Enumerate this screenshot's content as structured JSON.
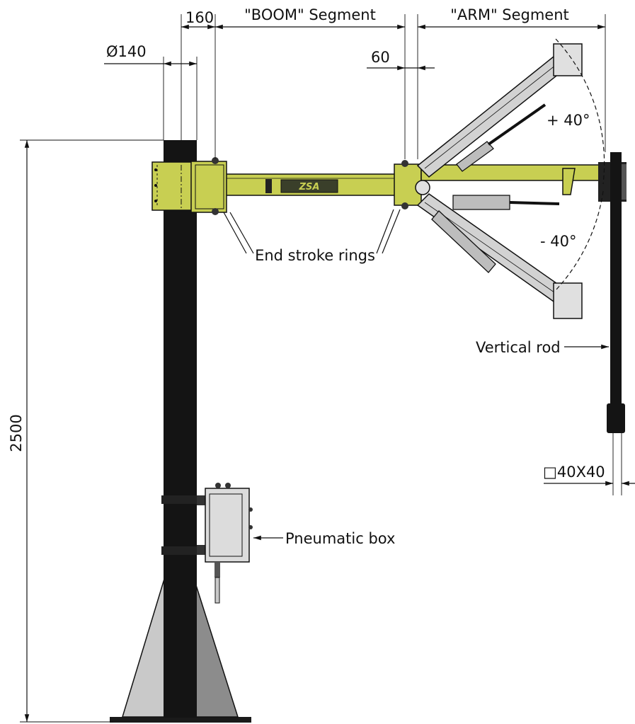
{
  "dimensions": {
    "boom_offset": "160",
    "boom_segment": "\"BOOM\" Segment",
    "arm_segment": "\"ARM\" Segment",
    "column_diameter": "Ø140",
    "joint_gap": "60",
    "height": "2500",
    "rod_section": "□40X40"
  },
  "angles": {
    "up": "+ 40°",
    "down": "- 40°"
  },
  "callouts": {
    "end_stroke_rings": "End stroke rings",
    "vertical_rod": "Vertical rod",
    "pneumatic_box": "Pneumatic box"
  },
  "logo": "ZSA",
  "colors": {
    "boom": "#c8cf52",
    "column": "#141414",
    "metal": "#d2d2d2",
    "base_light": "#c9c9c9",
    "base_dark": "#8c8c8c"
  }
}
